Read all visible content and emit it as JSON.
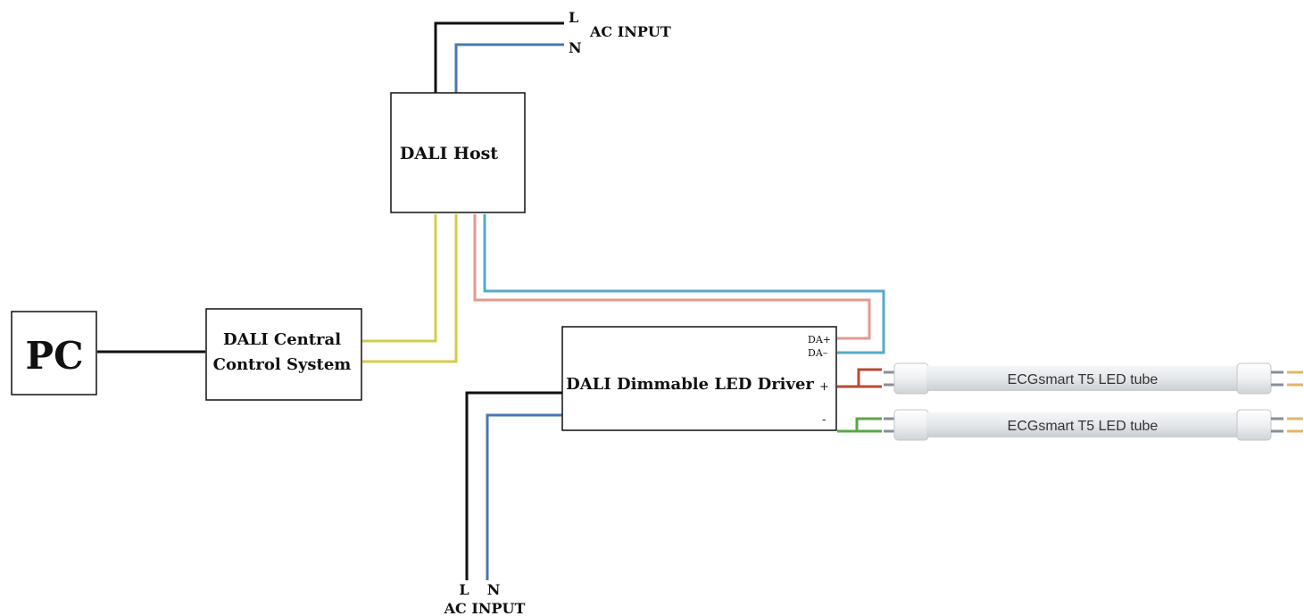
{
  "ac_input_top": {
    "live": "L",
    "neutral": "N",
    "label": "AC INPUT"
  },
  "ac_input_bottom": {
    "live": "L",
    "neutral": "N",
    "label": "AC INPUT"
  },
  "dali_host": {
    "label": "DALI Host"
  },
  "pc": {
    "label": "PC"
  },
  "central_control": {
    "line1": "DALI Central",
    "line2": "Control System"
  },
  "driver": {
    "label": "DALI Dimmable LED Driver",
    "da_plus": "DA+",
    "da_minus": "DA–",
    "out_plus": "+",
    "out_minus": "-"
  },
  "tubes": [
    {
      "label": "ECGsmart T5 LED tube"
    },
    {
      "label": "ECGsmart T5 LED tube"
    }
  ],
  "colors": {
    "live_wire": "#111111",
    "neutral_wire": "#4a78b0",
    "dali_bus": "#d4cc4a",
    "da_plus_wire": "#e29a90",
    "da_minus_wire": "#55aac8",
    "out_plus_wire": "#b84a35",
    "out_minus_wire": "#5aa546"
  }
}
